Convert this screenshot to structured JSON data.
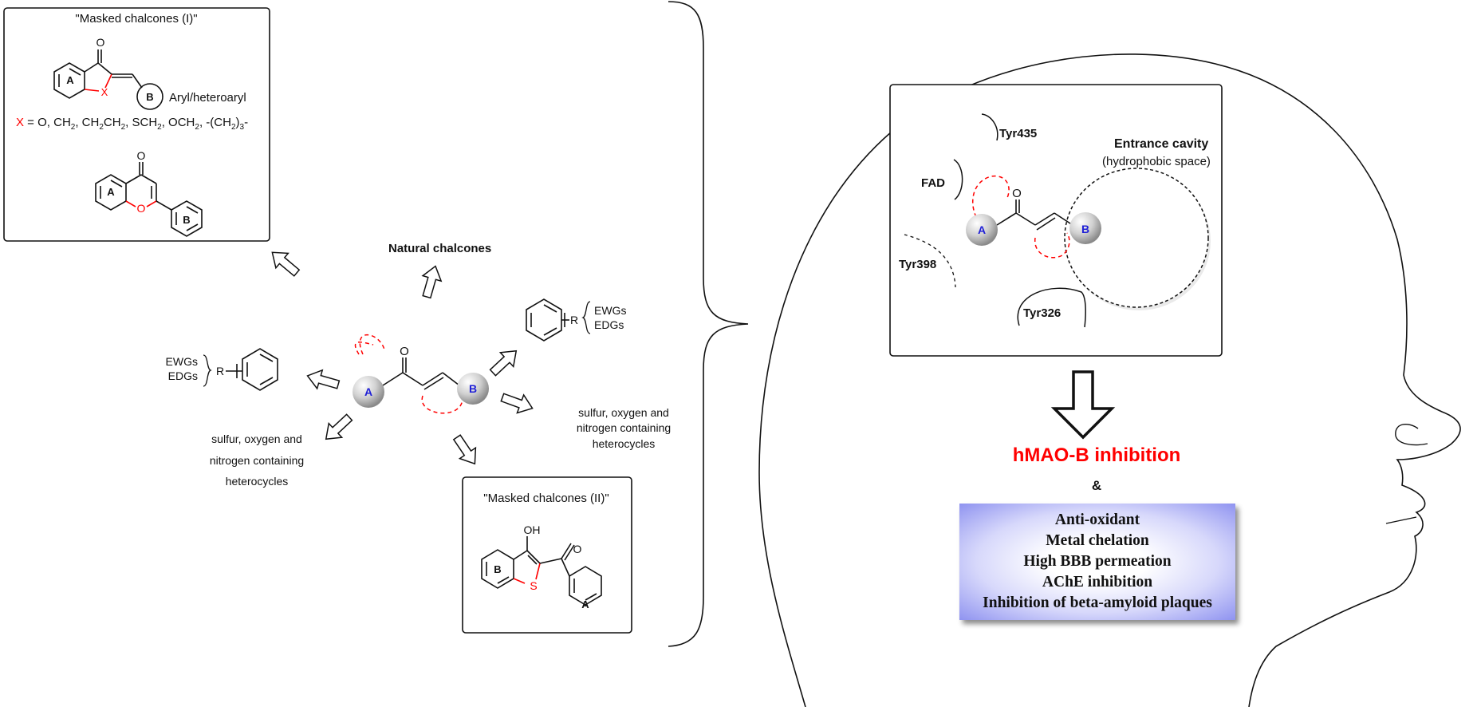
{
  "panel_masked_I": {
    "title": "\"Masked chalcones (I)\"",
    "ring_a": "A",
    "ring_b": "B",
    "carbonyl_o": "O",
    "hetero_x": "X",
    "aryl_label": "Aryl/heteroaryl",
    "x_definition": "X = O, CH2, CH2CH2, SCH2, OCH2, -(CH2)3-",
    "flavone_o": "O",
    "flavone_ring_o": "O",
    "flavone_ring_a": "A",
    "flavone_ring_b": "B"
  },
  "panel_masked_II": {
    "title": "\"Masked chalcones (II)\"",
    "oh": "OH",
    "ring_b": "B",
    "ring_a": "A",
    "sulfur": "S",
    "carbonyl_o": "O"
  },
  "core": {
    "a": "A",
    "b": "B",
    "o": "O"
  },
  "labels": {
    "natural": "Natural chalcones",
    "ewgs_left": "EWGs",
    "edgs_left": "EDGs",
    "r_left": "R",
    "ewgs_right": "EWGs",
    "edgs_right": "EDGs",
    "r_right": "R",
    "hetero_left": [
      "sulfur, oxygen and",
      "nitrogen containing",
      "heterocycles"
    ],
    "hetero_right": [
      "sulfur, oxygen and",
      "nitrogen containing",
      "heterocycles"
    ]
  },
  "binding": {
    "tyr435": "Tyr435",
    "entrance": "Entrance cavity",
    "hydrophobic": "(hydrophobic space)",
    "fad": "FAD",
    "tyr398": "Tyr398",
    "tyr326": "Tyr326",
    "a": "A",
    "b": "B",
    "o": "O"
  },
  "outcome": {
    "title": "hMAO-B inhibition",
    "amp": "&",
    "items": [
      "Anti-oxidant",
      "Metal chelation",
      "High BBB permeation",
      "AChE inhibition",
      "Inhibition of beta-amyloid plaques"
    ]
  },
  "colors": {
    "red": "#ff0000",
    "blue": "#1f1fd6",
    "box_purple": "#8f93f0"
  }
}
